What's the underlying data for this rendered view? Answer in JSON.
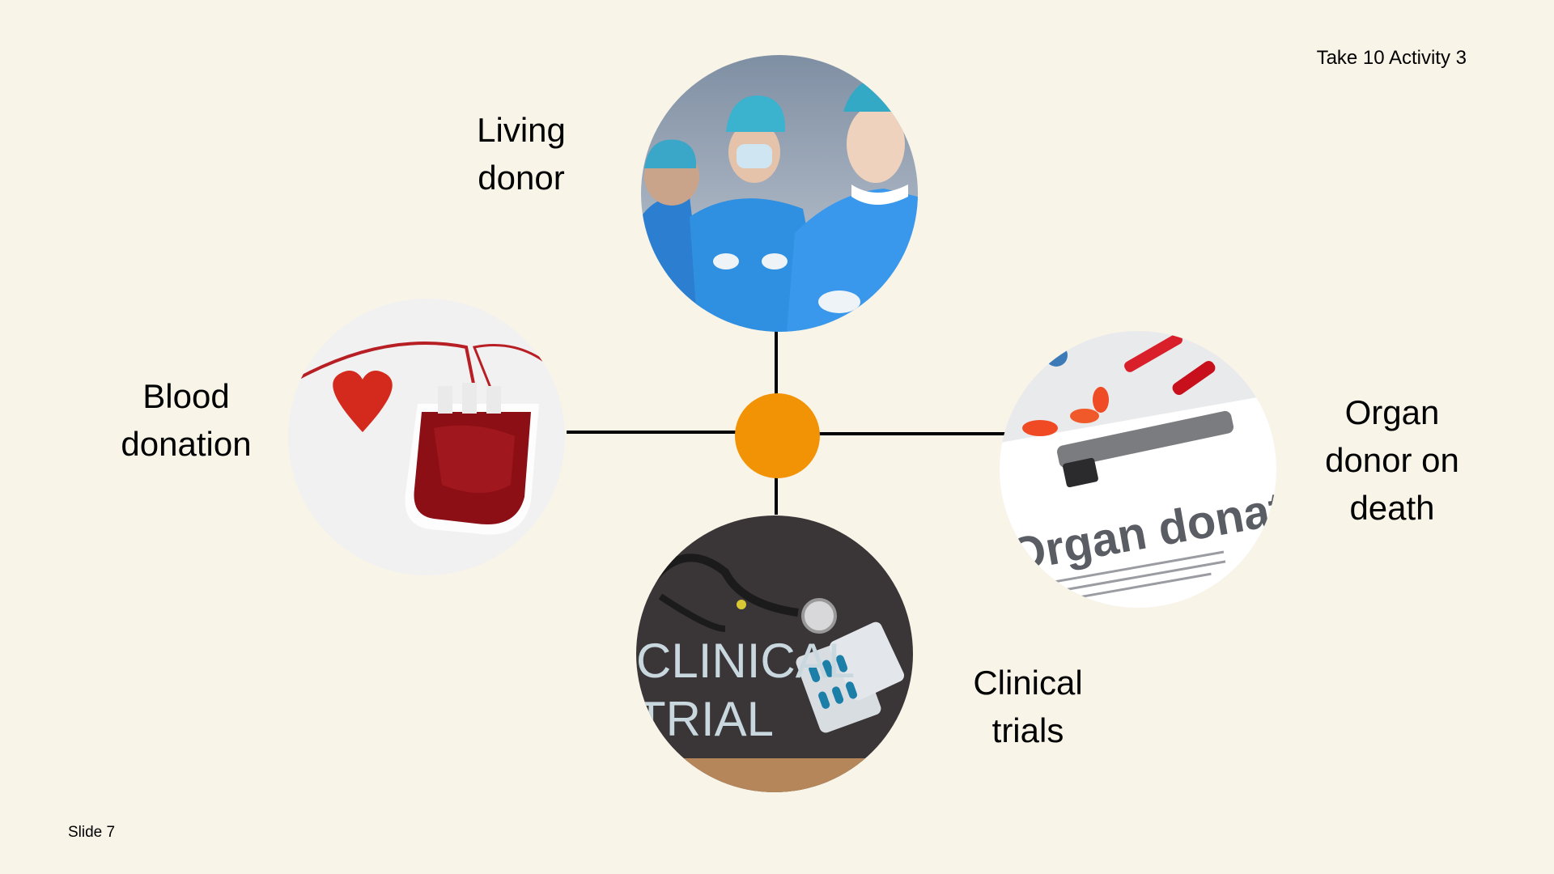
{
  "slide": {
    "header": "Take 10 Activity 3",
    "footer": "Slide 7"
  },
  "diagram": {
    "hub_color": "#f29305",
    "background": "#f9f4e8",
    "nodes": [
      {
        "id": "top",
        "label_lines": [
          "Living",
          "donor"
        ],
        "image": "surgeons-in-operating-room"
      },
      {
        "id": "left",
        "label_lines": [
          "Blood",
          "donation"
        ],
        "image": "blood-bag-with-heart"
      },
      {
        "id": "right",
        "label_lines": [
          "Organ",
          "donor on",
          "death"
        ],
        "image": "organ-donation-clipboard"
      },
      {
        "id": "bottom",
        "label_lines": [
          "Clinical",
          "trials"
        ],
        "image": "clinical-trial-chalkboard"
      }
    ],
    "images": {
      "organ_text": "Organ donation",
      "trial_text_1": "CLINICAL",
      "trial_text_2": "TRIAL"
    }
  }
}
